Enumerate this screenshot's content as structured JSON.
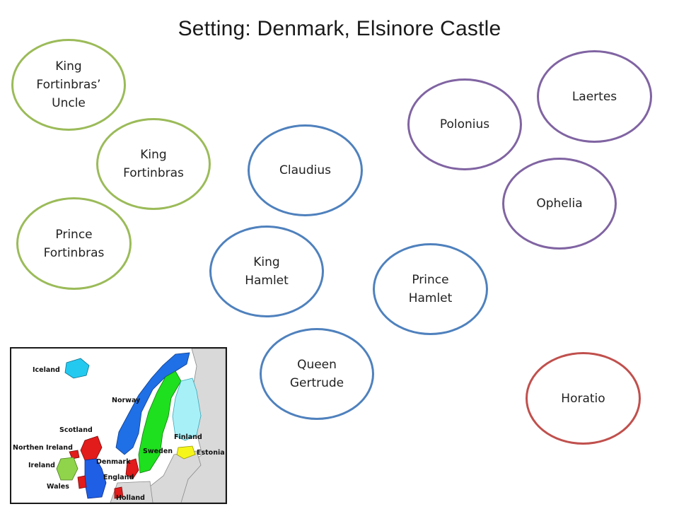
{
  "title": "Setting: Denmark, Elsinore Castle",
  "groups": {
    "fortinbras": {
      "color": "#9bbb59"
    },
    "royal": {
      "color": "#4f81bd"
    },
    "polonius_family": {
      "color": "#8064a2"
    },
    "friend": {
      "color": "#c0504d"
    }
  },
  "characters": {
    "king_fortinbras_uncle": "King\nFortinbras’\nUncle",
    "king_fortinbras": "King\nFortinbras",
    "prince_fortinbras": "Prince\nFortinbras",
    "claudius": "Claudius",
    "king_hamlet": "King\nHamlet",
    "queen_gertrude": "Queen\nGertrude",
    "prince_hamlet": "Prince\nHamlet",
    "polonius": "Polonius",
    "laertes": "Laertes",
    "ophelia": "Ophelia",
    "horatio": "Horatio"
  },
  "map": {
    "labels": {
      "iceland": "Iceland",
      "norway": "Norway",
      "finland": "Finland",
      "sweden": "Sweden",
      "estonia": "Estonia",
      "scotland": "Scotland",
      "northern_ireland": "Northen Ireland",
      "ireland": "Ireland",
      "denmark": "Denmark",
      "england": "England",
      "wales": "Wales",
      "holland": "Holland"
    }
  }
}
